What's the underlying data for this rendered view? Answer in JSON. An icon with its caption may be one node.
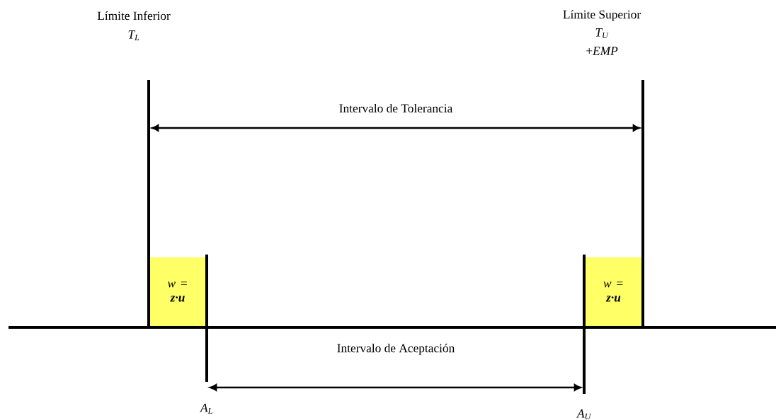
{
  "diagram": {
    "nodes": [
      {
        "text": [
          "w = **z·u**"
        ]
      },
      {
        "text": [
          "w = **z·u**"
        ]
      }
    ],
    "labels": [
      "Límite Inferior",
      "T$_{L}$",
      "Límite Superior",
      "T$_{U}$",
      "+*EMP*",
      "Intervalo de Tolerancia",
      "Intervalo de Aceptación",
      "A$_{L}$",
      "A$_{U}$"
    ]
  }
}
